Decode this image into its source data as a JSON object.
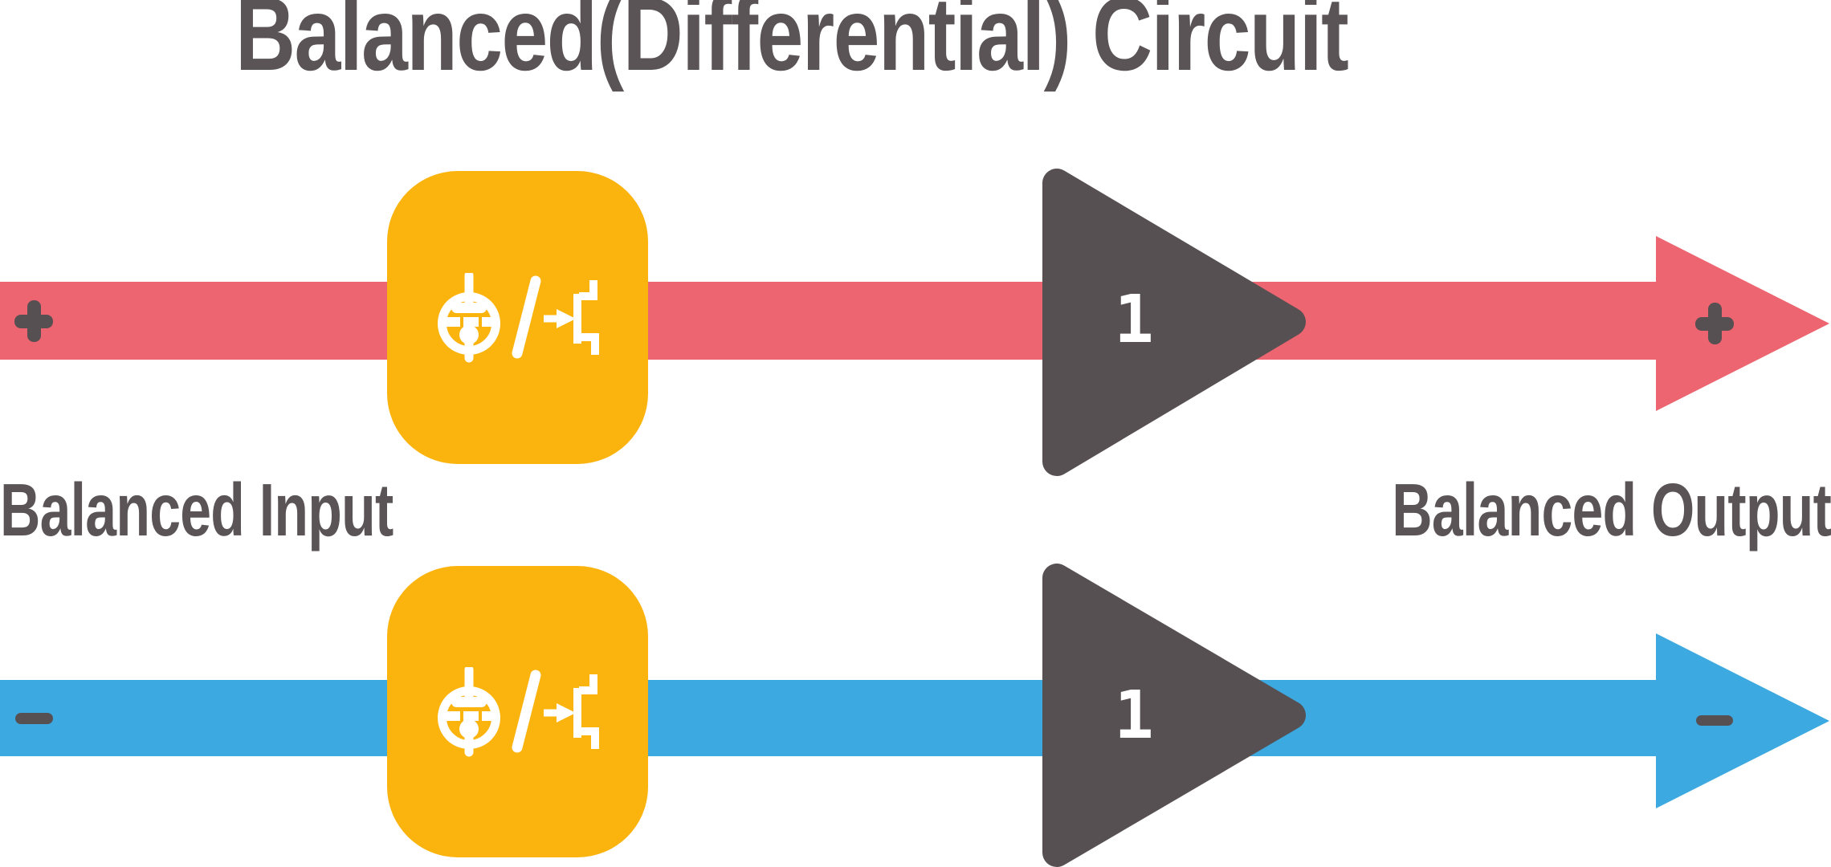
{
  "title": "Balanced(Differential) Circuit",
  "labels": {
    "input": "Balanced Input",
    "output": "Balanced Output"
  },
  "paths": {
    "positive": {
      "polarity_symbol": "+",
      "line_color": "#EC6570",
      "converter_icon": "tube-slash-fet-icon",
      "amplifier_gain": "1"
    },
    "negative": {
      "polarity_symbol": "−",
      "line_color": "#3CA9E0",
      "converter_icon": "tube-slash-fet-icon",
      "amplifier_gain": "1"
    }
  },
  "icons": {
    "converter": "vacuum-tube / field-effect-transistor",
    "amplifier": "unity-gain triangle buffer",
    "arrow": "right-pointing signal arrow"
  },
  "colors": {
    "background": "#FFFFFF",
    "positive_line": "#EC6570",
    "negative_line": "#3CA9E0",
    "converter_box": "#FBB30E",
    "amplifier": "#575053",
    "label_text": "#5A5457",
    "sign": "#575053",
    "gain_text": "#FFFFFF",
    "icon_stroke": "#FFFFFF"
  }
}
